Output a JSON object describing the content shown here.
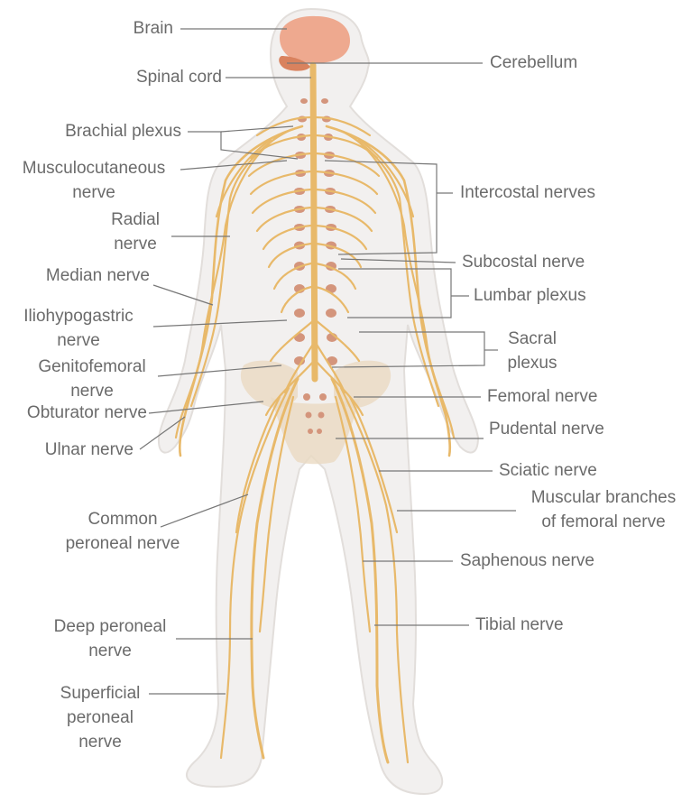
{
  "colors": {
    "body_fill": "#f2f0ef",
    "body_outline": "#e2dedb",
    "nerve": "#e8b96a",
    "brain": "#eea98f",
    "cerebellum": "#d9825e",
    "vertebra": "#d4957c",
    "pelvis": "#ead9c2",
    "label_text": "#6b6b6b",
    "leader_line": "#777777"
  },
  "labels": {
    "brain": "Brain",
    "spinal_cord": "Spinal cord",
    "cerebellum": "Cerebellum",
    "brachial_plexus": "Brachial plexus",
    "musculocutaneous_1": "Musculocutaneous",
    "musculocutaneous_2": "nerve",
    "intercostal": "Intercostal nerves",
    "radial_1": "Radial",
    "radial_2": "nerve",
    "subcostal": "Subcostal nerve",
    "median": "Median nerve",
    "lumbar_plexus": "Lumbar plexus",
    "iliohypogastric_1": "Iliohypogastric",
    "iliohypogastric_2": "nerve",
    "sacral_1": "Sacral",
    "sacral_2": "plexus",
    "genitofemoral_1": "Genitofemoral",
    "genitofemoral_2": "nerve",
    "femoral": "Femoral nerve",
    "obturator": "Obturator nerve",
    "pudental": "Pudental nerve",
    "ulnar": "Ulnar nerve",
    "sciatic": "Sciatic nerve",
    "muscular_1": "Muscular branches",
    "muscular_2": "of femoral nerve",
    "common_peroneal_1": "Common",
    "common_peroneal_2": "peroneal nerve",
    "saphenous": "Saphenous nerve",
    "tibial": "Tibial nerve",
    "deep_peroneal_1": "Deep peroneal",
    "deep_peroneal_2": "nerve",
    "superficial_1": "Superficial",
    "superficial_2": "peroneal",
    "superficial_3": "nerve"
  }
}
